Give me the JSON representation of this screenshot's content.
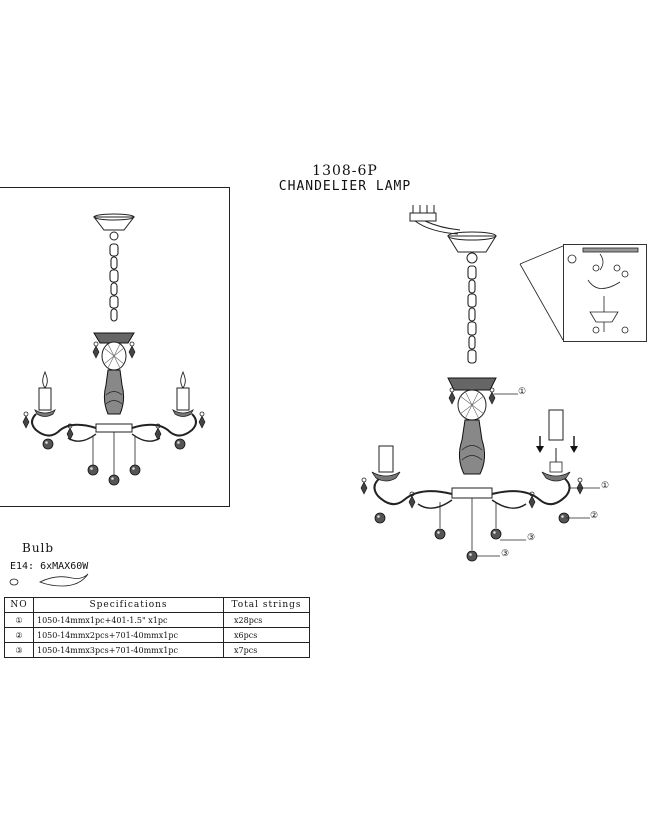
{
  "title": {
    "model": "1308-6P",
    "product": "CHANDELIER  LAMP"
  },
  "bulb": {
    "heading": "Bulb",
    "spec": "E14: 6xMAX60W"
  },
  "table": {
    "headers": [
      "NO",
      "Specifications",
      "Total strings"
    ],
    "rows": [
      {
        "no": "①",
        "spec": "1050-14mmx1pc+401-1.5\" x1pc",
        "total": "x28pcs"
      },
      {
        "no": "②",
        "spec": "1050-14mmx2pcs+701-40mmx1pc",
        "total": "x6pcs"
      },
      {
        "no": "③",
        "spec": "1050-14mmx3pcs+701-40mmx1pc",
        "total": "x7pcs"
      }
    ]
  },
  "callouts": {
    "c1_top": "①",
    "c1_right": "①",
    "c2_right": "②",
    "c3_right": "③"
  }
}
